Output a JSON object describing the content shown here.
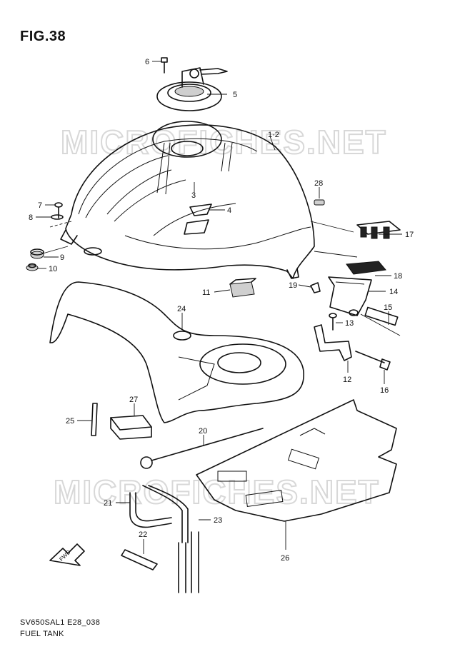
{
  "figure": {
    "title": "FIG.38",
    "model_code": "SV650SAL1 E28_038",
    "name": "FUEL TANK"
  },
  "watermark": {
    "text": "MICROFICHES.NET"
  },
  "arrow_label": "FWD",
  "callouts": [
    "6",
    "5",
    "1·2",
    "3",
    "4",
    "28",
    "7",
    "8",
    "17",
    "9",
    "10",
    "18",
    "19",
    "14",
    "11",
    "24",
    "15",
    "13",
    "12",
    "16",
    "27",
    "25",
    "20",
    "21",
    "23",
    "22",
    "26"
  ]
}
